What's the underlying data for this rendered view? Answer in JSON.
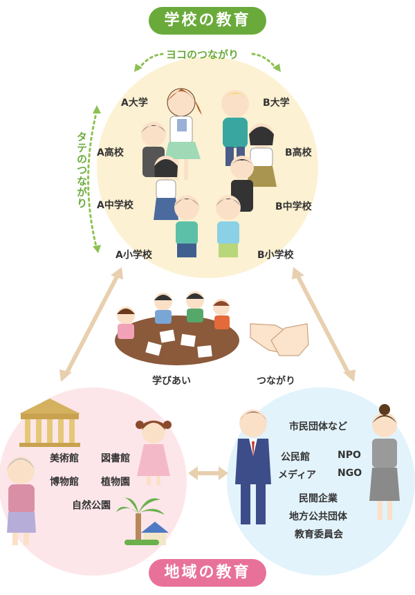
{
  "school": {
    "title": "学校の教育",
    "yoko": "ヨコのつながり",
    "tate": "タテのつながり",
    "a_univ": "A大学",
    "b_univ": "B大学",
    "a_high": "A高校",
    "b_high": "B高校",
    "a_middle": "A中学校",
    "b_middle": "B中学校",
    "a_elem": "A小学校",
    "b_elem": "B小学校"
  },
  "middle": {
    "manabiai": "学びあい",
    "tsunagari": "つながり"
  },
  "community": {
    "title": "地域の教育",
    "left": {
      "museum_art": "美術館",
      "library": "図書館",
      "museum": "博物館",
      "botanical": "植物園",
      "park": "自然公園"
    },
    "right": {
      "citizen_groups": "市民団体など",
      "kominkan": "公民館",
      "npo": "NPO",
      "media": "メディア",
      "ngo": "NGO",
      "private_company": "民間企業",
      "local_gov": "地方公共団体",
      "board_edu": "教育委員会"
    }
  },
  "colors": {
    "green": "#6aaa3a",
    "pink": "#e8719a",
    "school_circle": "#fcf1d2",
    "left_circle": "#fde6ea",
    "right_circle": "#e2f3fb",
    "arrow": "#e8cfae",
    "dotted": "#8cc152"
  }
}
